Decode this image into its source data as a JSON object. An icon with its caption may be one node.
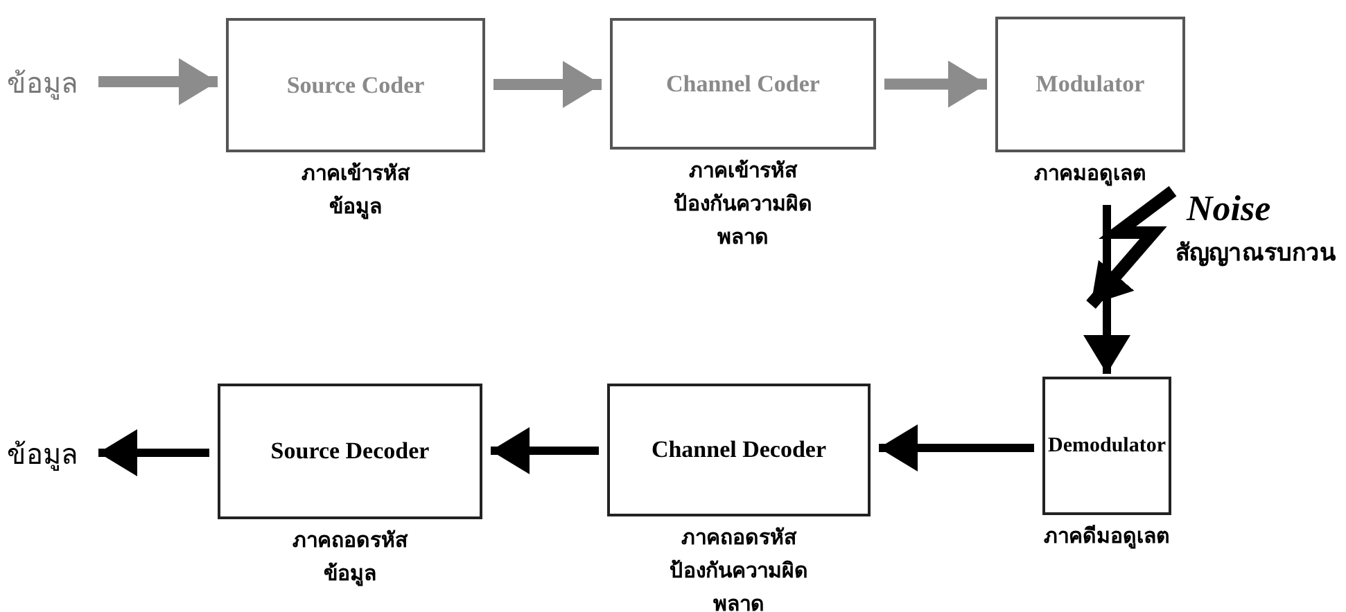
{
  "diagram": {
    "nodes": [
      {
        "text": [
          "ข้อมูล"
        ]
      },
      {
        "text": [
          "Source Coder"
        ],
        "beside": [
          "ภาคเข้ารหัสข้อมูล"
        ]
      },
      {
        "text": [
          "Channel Coder"
        ],
        "beside": [
          "ภาคเข้ารหัส ป้องกันความผิดพลาด"
        ]
      },
      {
        "text": [
          "Modulator"
        ],
        "beside": [
          "ภาคมอดูเลต"
        ]
      },
      {
        "text": [
          "Noise",
          "สัญญาณรบกวน"
        ]
      },
      {
        "text": [
          "Demodulator"
        ],
        "beside": [
          "ภาคดีมอดูเลต"
        ]
      },
      {
        "text": [
          "Channel Decoder"
        ],
        "beside": [
          "ภาคถอดรหัส ป้องกันความผิดพลาด"
        ]
      },
      {
        "text": [
          "Source Decoder"
        ],
        "beside": [
          "ภาคถอดรหัสข้อมูล"
        ]
      },
      {
        "text": [
          "ข้อมูล"
        ]
      }
    ],
    "edges": [
      {
        "from": 0,
        "to": 1,
        "arrow": "to",
        "color": "#8c8c8c"
      },
      {
        "from": 1,
        "to": 2,
        "arrow": "to",
        "color": "#8c8c8c"
      },
      {
        "from": 2,
        "to": 3,
        "arrow": "to",
        "color": "#8c8c8c"
      },
      {
        "from": 3,
        "to": 5,
        "arrow": "to"
      },
      {
        "from": 4,
        "to": null,
        "arrow": "to"
      },
      {
        "from": 5,
        "to": 6,
        "arrow": "to"
      },
      {
        "from": 6,
        "to": 7,
        "arrow": "to"
      },
      {
        "from": 7,
        "to": 8,
        "arrow": "to"
      }
    ]
  }
}
